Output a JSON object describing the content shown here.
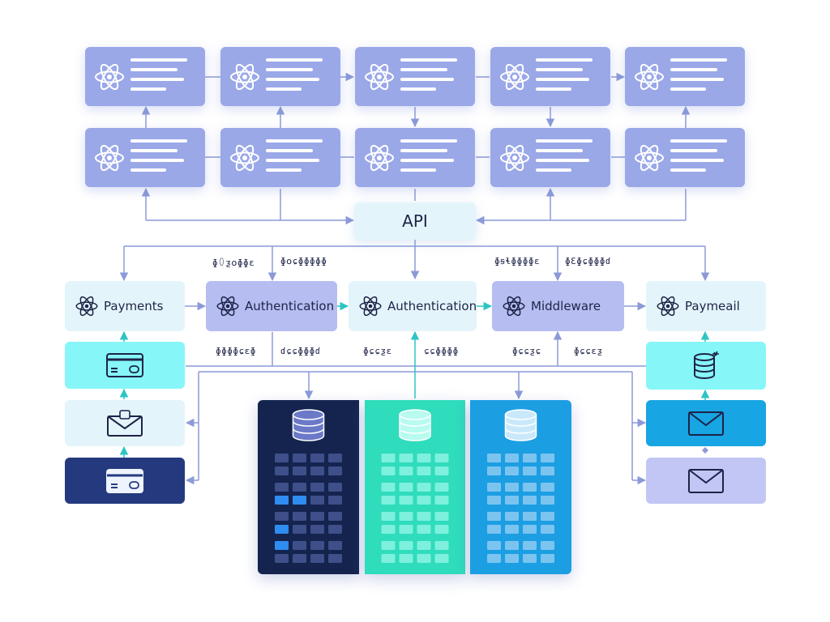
{
  "api": {
    "label": "API"
  },
  "services": [
    {
      "label": "Payments",
      "bg": "#e3f5fb"
    },
    {
      "label": "Authentication",
      "bg": "#b6bdf1"
    },
    {
      "label": "Authentication",
      "bg": "#e3f5fb"
    },
    {
      "label": "Middleware",
      "bg": "#b6bdf1"
    },
    {
      "label": "Paymeail",
      "bg": "#e3f5fb"
    }
  ],
  "glyph_labels": {
    "upper": [
      "ɸ꒩ƺ໐ɸɸɛ",
      "ɸ໐ɕɸɸɸɸɸ",
      "ɸꞩɬɸɸɸɸɛ",
      "ɸƐɸɕɸɸɸɗ"
    ],
    "lower": [
      "ɸɸɸɸɕɛɸ",
      "ɗɕɕɸɸɸɗ",
      "ɸɕɕƺɛ",
      "ɕɕɸɸɸɸ",
      "ɸɕɕƺɕ",
      "ɸɕɕɛƺ"
    ]
  },
  "icons": {
    "components": "react-atom-icon",
    "left_stack": [
      "credit-card-icon",
      "mail-icon",
      "credit-card-icon"
    ],
    "right_stack": [
      "database-icon",
      "mail-icon",
      "mail-icon"
    ],
    "databases": [
      "database-icon",
      "database-icon",
      "database-icon"
    ]
  },
  "colors": {
    "component": "#9aa8e8",
    "wire": "#8c9ad8",
    "teal_arrow": "#2ec4c4",
    "db_dark": "#14244e",
    "db_teal": "#2fdcbc",
    "db_blue": "#1c9ee3",
    "stack_cyan": "#86f6f8",
    "stack_light": "#e3f5fb",
    "stack_navy": "#253a7e",
    "stack_blue": "#17a5e3",
    "stack_lavender": "#c1c6f4"
  }
}
